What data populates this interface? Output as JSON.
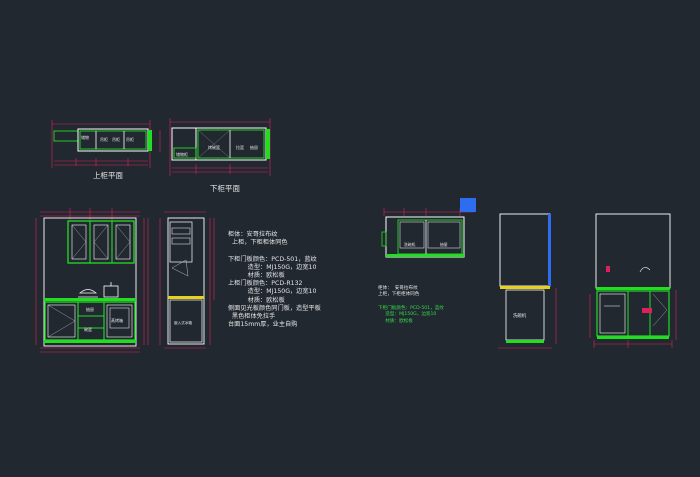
{
  "drawing": {
    "colors": {
      "background": "#212830",
      "cabinet": "#ffffff",
      "panel": "#22dd22",
      "dimension": "#e0205a",
      "accent": "#2e6cf0",
      "highlight": "#e8d020",
      "notes_green": "#36d94a"
    },
    "captions": {
      "upper_plan": "上柜平面",
      "lower_plan": "下柜平面"
    },
    "plan_labels": {
      "upper": [
        "储物",
        "吊柜",
        "吊柜",
        "吊柜"
      ],
      "lower": [
        "储物柜",
        "烤碗篮",
        "拉篮",
        "抽屉"
      ]
    },
    "elevation_labels": {
      "drawer": "抽屉",
      "bowl": "碗篮",
      "oven": "蒸烤箱",
      "fridge": "嵌入式冰箱",
      "washer": "洗碗机"
    },
    "notes_left": [
      "柜体：安哥拉布纹",
      "  上柜，下柜柜体同色",
      "",
      "下柜门板颜色：PCD-501，蓝纹",
      "          造型：MJ150G，边宽10",
      "          材质：欧松板",
      "上柜门板颜色：PCD-R132",
      "          造型：MJ150G，边宽10",
      "          材质：欧松板",
      "侧面见光板颜色同门板，造型平板",
      "  黑色柜体免拉手",
      "台面15mm厚，业主自购"
    ],
    "notes_right_white": [
      "柜体：  安哥拉布纹",
      "上柜，下柜柜体同色"
    ],
    "notes_right_green": [
      "下柜门板颜色：PCD-501，蓝纹",
      "     造型：MJ150G，边宽10",
      "     材质：欧松板"
    ]
  }
}
